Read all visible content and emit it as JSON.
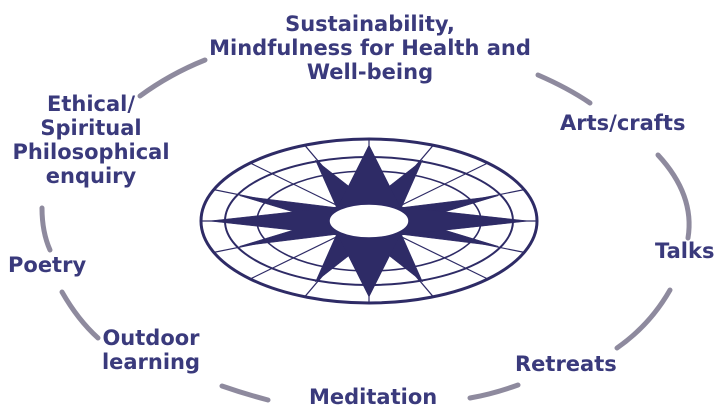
{
  "colors": {
    "text": "#3a3a7c",
    "ring": "#8e8a9e",
    "compass": "#2e2b66",
    "background": "#ffffff"
  },
  "diagram": {
    "center_icon": "compass-rose-icon",
    "labels": {
      "top": [
        "Sustainability,",
        "Mindfulness for Health and",
        "Well-being"
      ],
      "arts": "Arts/crafts",
      "talks": "Talks",
      "retreats": "Retreats",
      "meditation": "Meditation",
      "outdoor": [
        "Outdoor",
        "learning"
      ],
      "poetry": "Poetry",
      "ethical": [
        "Ethical/",
        "Spiritual",
        "Philosophical",
        "enquiry"
      ]
    }
  }
}
